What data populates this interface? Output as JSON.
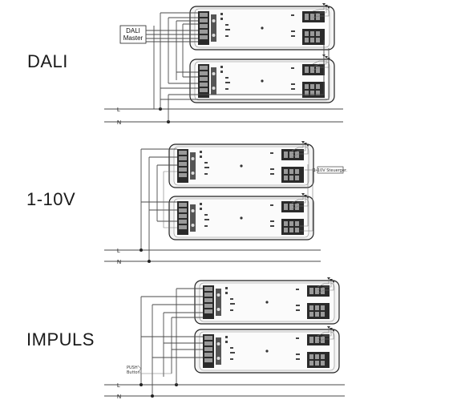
{
  "sections": [
    {
      "id": "dali",
      "label": "DALI"
    },
    {
      "id": "analog",
      "label": "1-10V"
    },
    {
      "id": "impuls",
      "label": "IMPULS"
    }
  ],
  "dali_master": {
    "line1": "DALI",
    "line2": "Master"
  },
  "bus": {
    "live": "L",
    "neutral": "N"
  },
  "analog_controller": "1-10V Steuerger.",
  "push_button": {
    "line1": "PUSH",
    "line2": "Button"
  }
}
